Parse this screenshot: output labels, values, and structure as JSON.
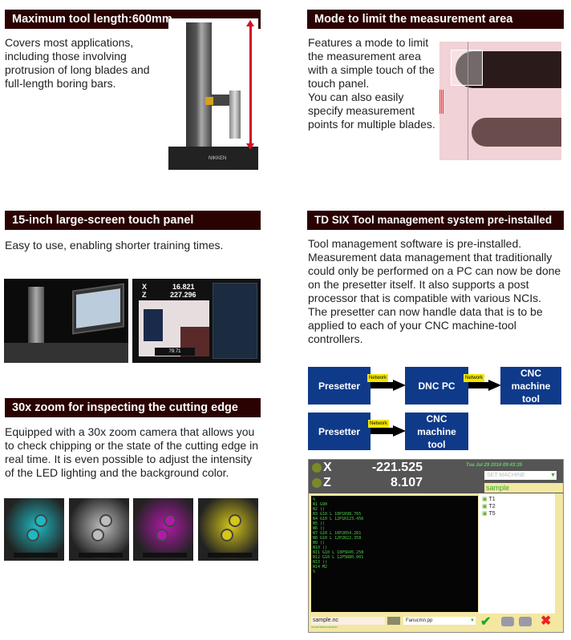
{
  "sections": {
    "tool_length": {
      "title": "Maximum tool length:600mm",
      "body": "Covers most applications, including those involving protrusion of long blades and full-length boring bars.",
      "photo_label": "NIKKEN"
    },
    "measure_area": {
      "title": "Mode to limit the measurement area",
      "body": "Features a mode to limit the measurement area with a simple touch of the touch panel.\nYou can also easily specify measurement points for multiple blades."
    },
    "touch_panel": {
      "title": "15-inch large-screen touch panel",
      "body": "Easy to use, enabling shorter training times.",
      "panel": {
        "x_label": "X",
        "x_value": "16.821",
        "z_label": "Z",
        "z_value": "227.296",
        "readout": "79.71"
      }
    },
    "tdsix": {
      "title": "TD SIX Tool management system pre-installed",
      "body": "Tool management software is pre-installed. Measurement data management that traditionally could only be performed on a PC can now be done on the presetter itself. It also supports a post processor that is compatible with various NCIs.\nThe presetter can now handle data that is to be applied to each of your CNC machine-tool controllers."
    },
    "zoom": {
      "title": "30x zoom for inspecting the cutting edge",
      "body": "Equipped with a 30x zoom camera that allows you to check chipping or the state of the cutting edge in real time. It is even possible to adjust the intensity of the LED lighting and the background color.",
      "tints": [
        "#1fb8c0",
        "#bdbdbd",
        "#b01aa8",
        "#d6c51a"
      ]
    }
  },
  "diagram": {
    "row1": {
      "a": "Presetter",
      "b": "DNC PC",
      "c": "CNC machine tool",
      "link": "Network"
    },
    "row2": {
      "a": "Presetter",
      "b": "CNC machine tool",
      "link": "Network"
    }
  },
  "software": {
    "x_label": "X",
    "x_value": "-221.525",
    "z_label": "Z",
    "z_value": "8.107",
    "datetime": "Tue Jul 29 2014 09:43:35",
    "machine_select": "SET MACHINE",
    "folder": "sample",
    "tools": [
      "T1",
      "T2",
      "T5"
    ],
    "code": [
      "%",
      "N1 G90",
      "N2 ()",
      "N3 G10 L 10P1R98.765",
      "N4 G10 L 12P1R123.456",
      "N5 ()",
      "N6 ()",
      "N7 G10 L 10P2R54.261",
      "N8 G10 L 12P2R22.358",
      "N9 ()",
      "N10 ()",
      "N11 G10 L 10P5R45.258",
      "N12 G10 L 12P5R80.001",
      "N13 ()",
      "N14 M2",
      "%"
    ],
    "filename": "sample.nc",
    "path": "/home/nikken/shared",
    "post_processor": "Fanucmn.pp"
  }
}
